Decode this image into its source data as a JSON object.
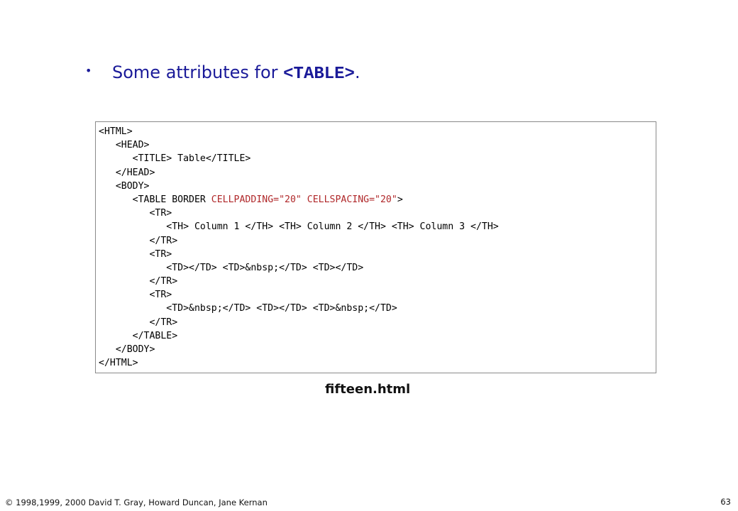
{
  "slide": {
    "bullet": "•",
    "heading_text": "Some attributes for ",
    "heading_code": "<TABLE>",
    "heading_suffix": "."
  },
  "code_listing": {
    "lines": [
      [
        {
          "t": "<HTML>",
          "c": "black"
        }
      ],
      [
        {
          "t": "   <HEAD>",
          "c": "black"
        }
      ],
      [
        {
          "t": "      <TITLE> Table</TITLE>",
          "c": "black"
        }
      ],
      [
        {
          "t": "   </HEAD>",
          "c": "black"
        }
      ],
      [
        {
          "t": "   <BODY>",
          "c": "black"
        }
      ],
      [
        {
          "t": "      <TABLE BORDER ",
          "c": "black"
        },
        {
          "t": "CELLPADDING=\"20\" CELLSPACING=\"20\"",
          "c": "red"
        },
        {
          "t": ">",
          "c": "black"
        }
      ],
      [
        {
          "t": "         <TR>",
          "c": "black"
        }
      ],
      [
        {
          "t": "            <TH> Column 1 </TH> <TH> Column 2 </TH> <TH> Column 3 </TH>",
          "c": "black"
        }
      ],
      [
        {
          "t": "         </TR>",
          "c": "black"
        }
      ],
      [
        {
          "t": "         <TR>",
          "c": "black"
        }
      ],
      [
        {
          "t": "            <TD></TD> <TD>&nbsp;</TD> <TD></TD>",
          "c": "black"
        }
      ],
      [
        {
          "t": "         </TR>",
          "c": "black"
        }
      ],
      [
        {
          "t": "         <TR>",
          "c": "black"
        }
      ],
      [
        {
          "t": "            <TD>&nbsp;</TD> <TD></TD> <TD>&nbsp;</TD>",
          "c": "black"
        }
      ],
      [
        {
          "t": "         </TR>",
          "c": "black"
        }
      ],
      [
        {
          "t": "      </TABLE>",
          "c": "black"
        }
      ],
      [
        {
          "t": "   </BODY>",
          "c": "black"
        }
      ],
      [
        {
          "t": "</HTML>",
          "c": "black"
        }
      ]
    ]
  },
  "caption": {
    "filename": "fifteen.html"
  },
  "footer": {
    "copyright": "© 1998,1999, 2000 David T. Gray, Howard Duncan, Jane Kernan",
    "page_number": "63"
  },
  "colors": {
    "heading": "#1a1a99",
    "attribute_highlight": "#b0282a",
    "box_border": "#8a8a8a"
  }
}
